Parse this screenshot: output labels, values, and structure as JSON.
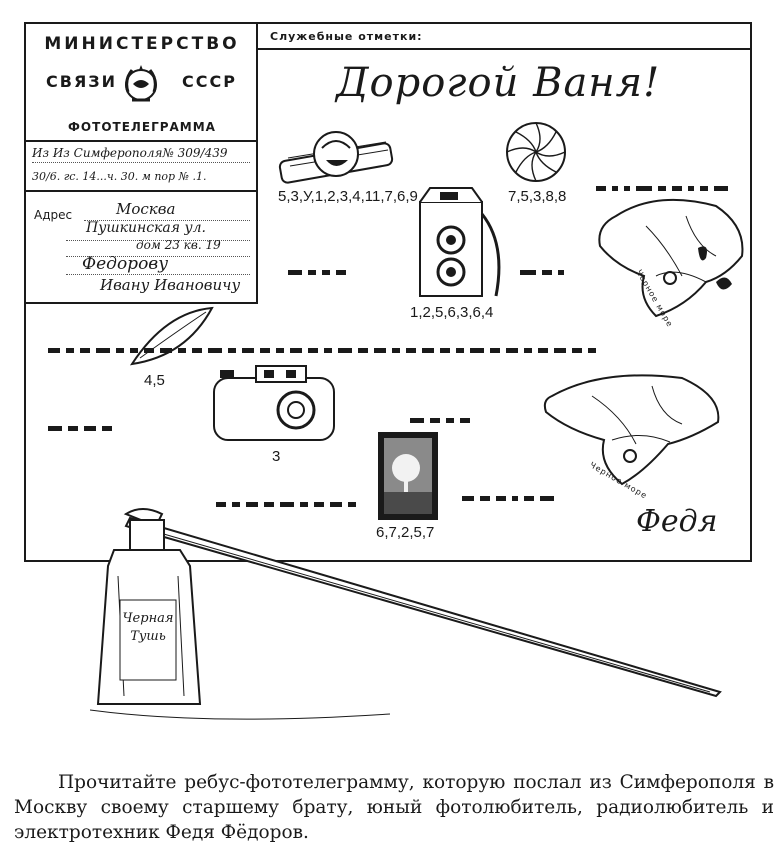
{
  "header": {
    "ministry": "МИНИСТЕРСТВО",
    "svyazi": "СВЯЗИ",
    "sssr": "СССР",
    "form_type": "ФОТОТЕЛЕГРАММА",
    "service_marks": "Служебные отметки:"
  },
  "sender_info": {
    "line1": "Из Из Симферополя№ 309/439",
    "line2": "30/6. гс. 14...ч. 30. м пор № .1."
  },
  "address": {
    "label": "Адрес",
    "city": "Москва",
    "street": "Пушкинская ул.",
    "house": "дом 23 кв. 19",
    "surname": "Федорову",
    "name": "Ивану Ивановичу"
  },
  "message": {
    "greeting": "Дорогой Ваня!",
    "signature": "Федя"
  },
  "rebus_codes": {
    "roller": "5,3,У,1,2,3,4,11,7,6,9",
    "aperture": "7,5,3,8,8",
    "camera_twin": "1,2,5,6,3,6,4",
    "lens_leaf": "4,5",
    "camera_small": "3",
    "photo": "6,7,2,5,7"
  },
  "map_labels": {
    "sea1": "Черное море",
    "sea2": "Черное море"
  },
  "ink_label": "Черная Тушь",
  "caption": "Прочитайте ребус-фототелеграмму, которую послал из Симферополя в Москву своему старшему брату, юный фотолюбитель, радиолюбитель и электротехник Федя Фёдоров."
}
